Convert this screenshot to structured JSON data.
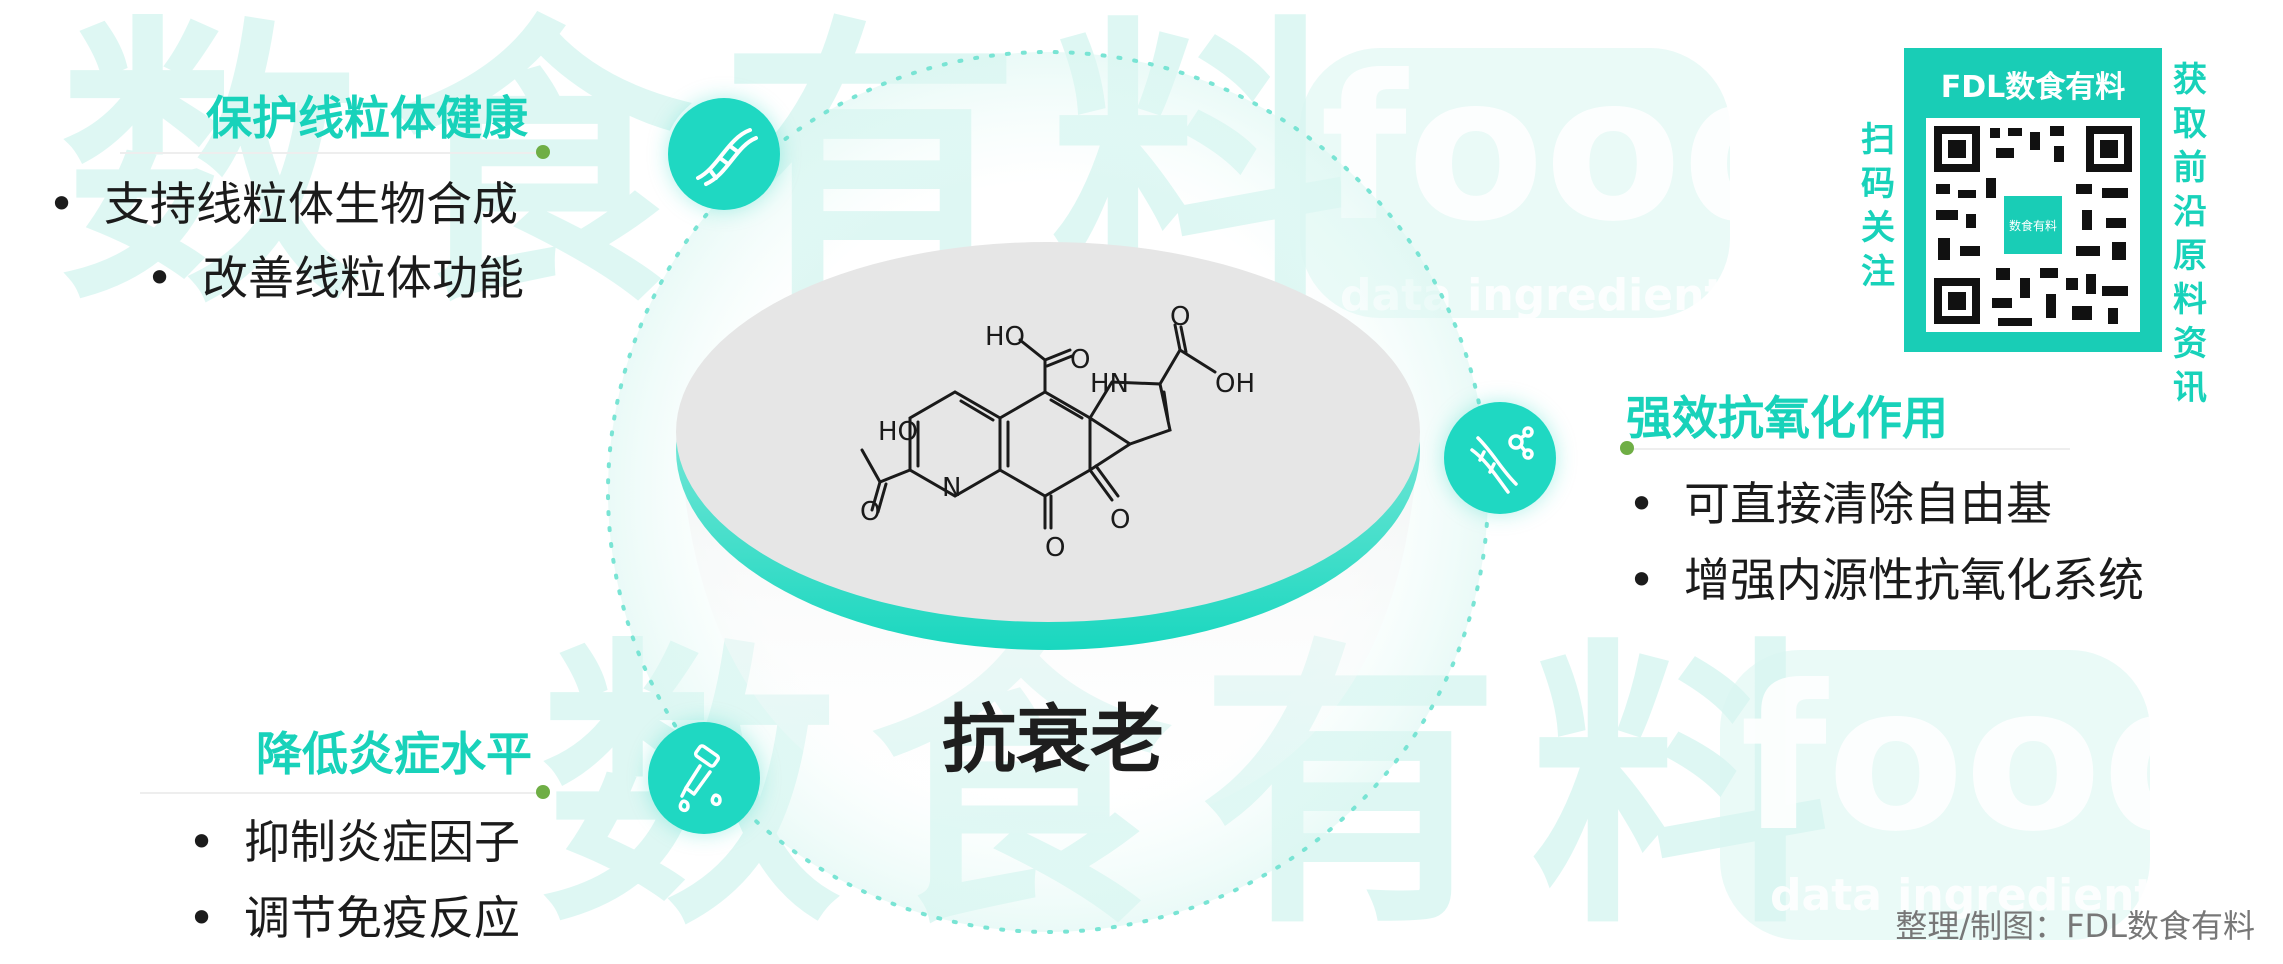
{
  "watermark": {
    "brand_cn": "数食有料",
    "brand_logo": "food",
    "brand_en": "data ingredient",
    "color": "#c4f1ea"
  },
  "center": {
    "title": "抗衰老",
    "molecule_labels": {
      "oh_top_left": "HO",
      "o_top_left": "O",
      "o_top_right": "O",
      "oh_top_right": "OH",
      "nh": "HN",
      "oh_left": "HO",
      "o_left": "O",
      "n_ring": "N",
      "o_bottom_left": "O",
      "o_bottom_right": "O"
    }
  },
  "blocks": {
    "mitochondria": {
      "heading": "保护线粒体健康",
      "items": [
        "支持线粒体生物合成",
        "改善线粒体功能"
      ],
      "icon": "dna-icon"
    },
    "antioxidant": {
      "heading": "强效抗氧化作用",
      "items": [
        "可直接清除自由基",
        "增强内源性抗氧化系统"
      ],
      "icon": "molecule-dna-icon"
    },
    "inflammation": {
      "heading": "降低炎症水平",
      "items": [
        "抑制炎症因子",
        "调节免疫反应"
      ],
      "icon": "dropper-icon"
    }
  },
  "qr": {
    "title": "FDL数食有料",
    "left_vertical": "扫码关注",
    "right_vertical": "获取前沿原料资讯",
    "center_badge": "数食有料"
  },
  "credit": "整理/制图：FDL数食有料",
  "colors": {
    "accent": "#18d2ba",
    "accent_dark": "#12c4ac",
    "bullet_dot": "#6fae45",
    "text": "#1b1b1b"
  }
}
